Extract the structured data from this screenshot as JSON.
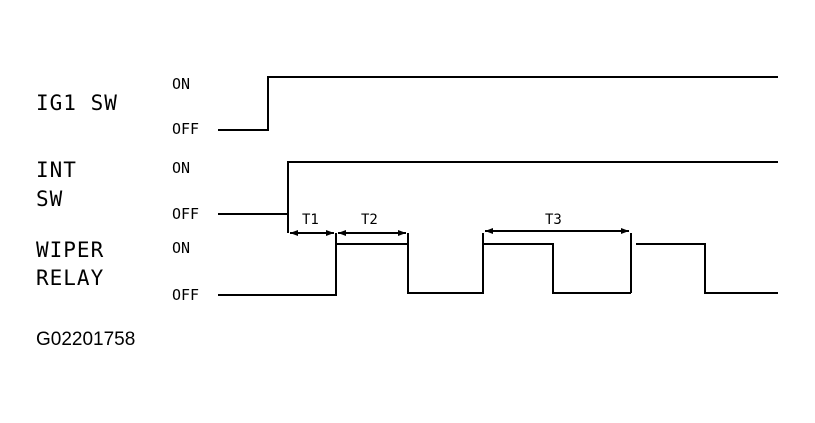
{
  "signals": [
    {
      "name_lines": [
        "IG1 SW"
      ],
      "on_label": "ON",
      "off_label": "OFF"
    },
    {
      "name_lines": [
        "INT",
        "SW"
      ],
      "on_label": "ON",
      "off_label": "OFF"
    },
    {
      "name_lines": [
        "WIPER",
        "RELAY"
      ],
      "on_label": "ON",
      "off_label": "OFF"
    }
  ],
  "intervals": [
    "T1",
    "T2",
    "T3"
  ],
  "caption": "G02201758",
  "colors": {
    "ink": "#000000",
    "background": "#ffffff"
  }
}
